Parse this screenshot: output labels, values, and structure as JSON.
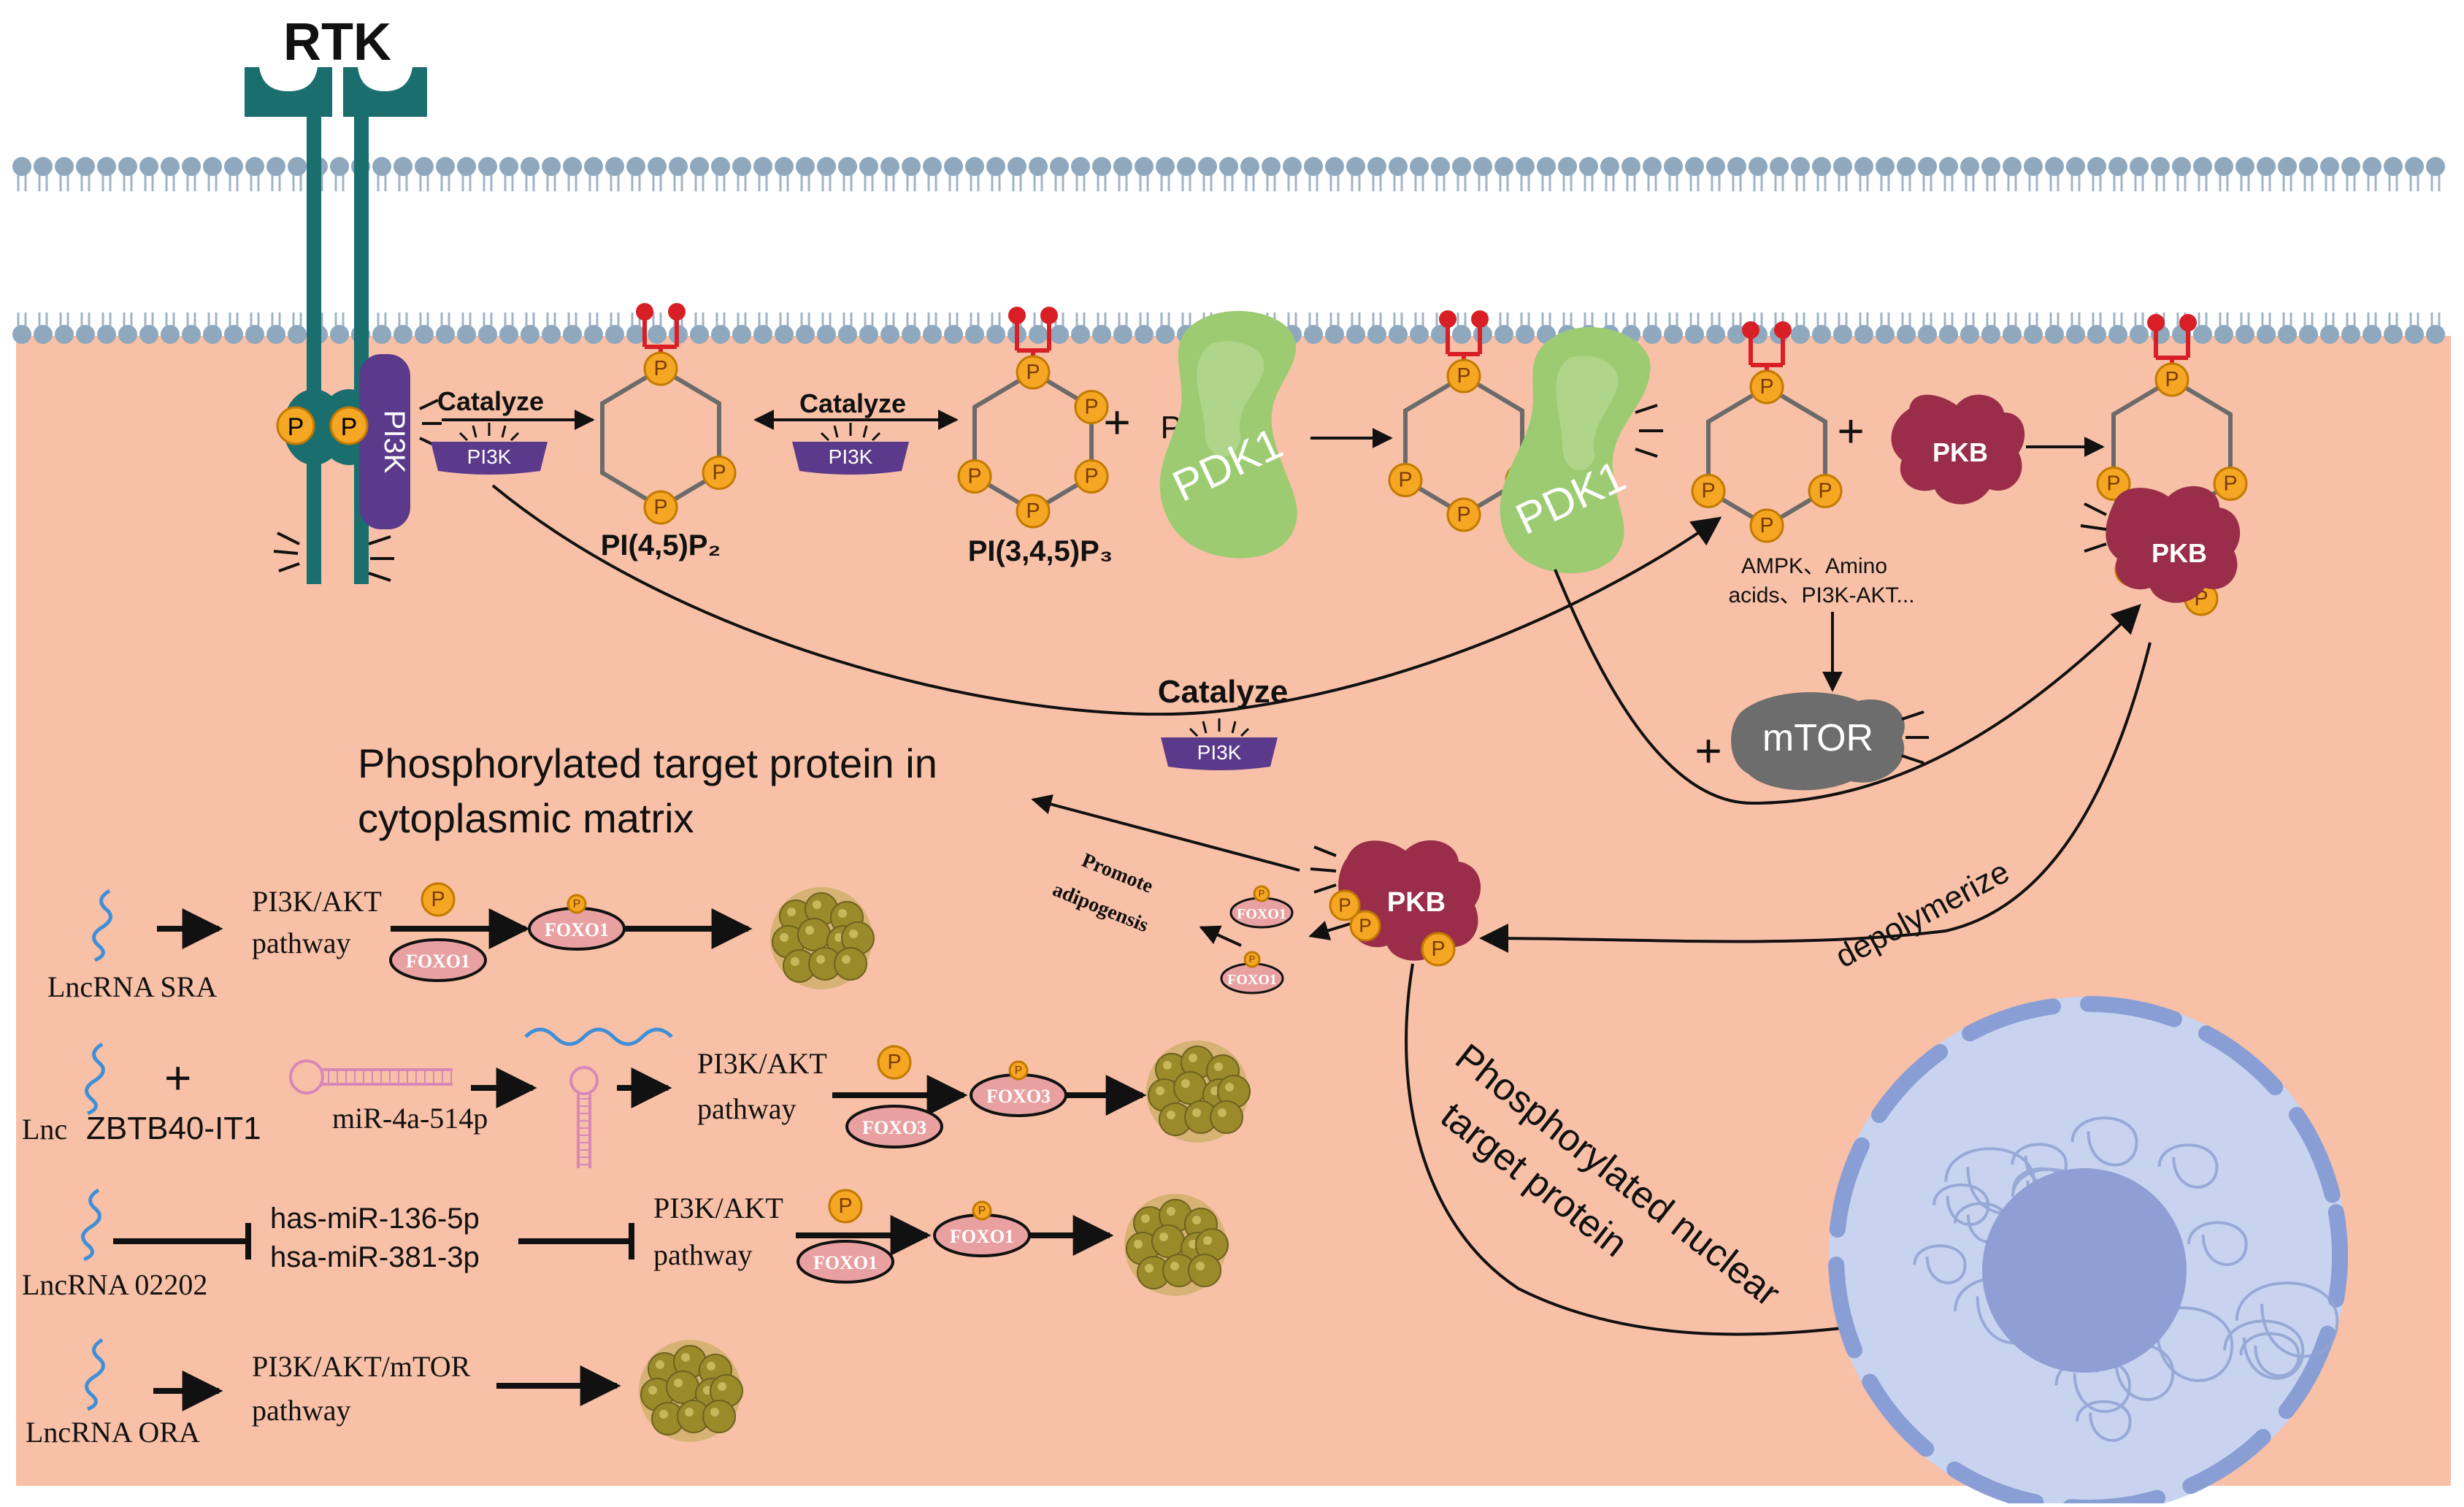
{
  "receptor": {
    "label": "RTK"
  },
  "enzymes": {
    "pi3k": "PI3K",
    "pdk1": "PDK1",
    "pkb": "PKB",
    "mtor": "mTOR",
    "pi3k_docked": "PI3K"
  },
  "labels": {
    "catalyze": "Catalyze",
    "pip2": "PI(4,5)P₂",
    "pip3": "PI(3,4,5)P₃",
    "ph": "PH",
    "plus": "+",
    "phospho": "P",
    "mtor_inputs_line1": "AMPK、Amino",
    "mtor_inputs_line2": "acids、PI3K-AKT...",
    "depolymerize": "depolymerize",
    "cyto_target_line1": "Phosphorylated target protein in",
    "cyto_target_line2": "cytoplasmic matrix",
    "promote_line1": "Promote",
    "promote_line2": "adipogensis",
    "nuclear_line1": "Phosphorylated nuclear",
    "nuclear_line2": "target protein"
  },
  "lnc_rows": [
    {
      "lnc": "LncRNA SRA",
      "pathway_line1": "PI3K/AKT",
      "pathway_line2": "pathway",
      "foxo": "FOXO1"
    },
    {
      "lnc_prefix": "Lnc",
      "lnc_name": "ZBTB40-IT1",
      "mirna": "miR-4a-514p",
      "pathway_line1": "PI3K/AKT",
      "pathway_line2": "pathway",
      "foxo": "FOXO3"
    },
    {
      "lnc": "LncRNA 02202",
      "mirna1": "has-miR-136-5p",
      "mirna2": "hsa-miR-381-3p",
      "pathway_line1": "PI3K/AKT",
      "pathway_line2": "pathway",
      "foxo": "FOXO1"
    },
    {
      "lnc": "LncRNA ORA",
      "pathway_line1": "PI3K/AKT/mTOR",
      "pathway_line2": "pathway"
    }
  ],
  "colors": {
    "cytoplasm": "#f8c0a6",
    "membrane_head": "#8fa8be",
    "rtk": "#1b6e6e",
    "pi3k": "#5b3a8c",
    "pdk1": "#9ccb72",
    "pkb": "#9a2e4a",
    "mtor": "#6d6d6d",
    "phosphate": "#f5a623",
    "foxo": "#e8a0a0",
    "fat": "#9a8a2a",
    "nucleus": "#c8d4ef",
    "nucleolus": "#8f9fd6",
    "lnc": "#3f8fd8",
    "mirna": "#d888b8"
  }
}
